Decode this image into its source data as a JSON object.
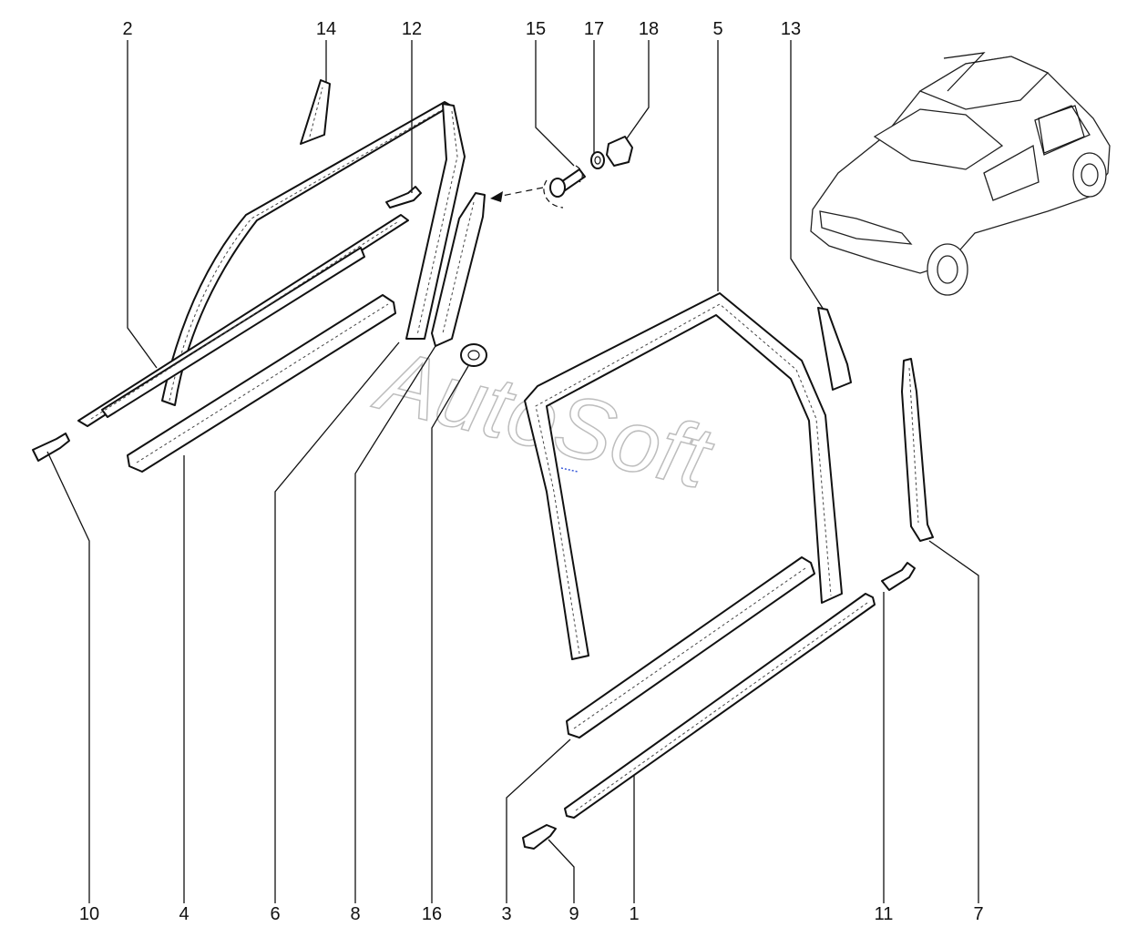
{
  "watermark": "AutoSoft",
  "callouts": [
    {
      "id": "2",
      "label": "2"
    },
    {
      "id": "14",
      "label": "14"
    },
    {
      "id": "12",
      "label": "12"
    },
    {
      "id": "15",
      "label": "15"
    },
    {
      "id": "17",
      "label": "17"
    },
    {
      "id": "18",
      "label": "18"
    },
    {
      "id": "5",
      "label": "5"
    },
    {
      "id": "13",
      "label": "13"
    },
    {
      "id": "10",
      "label": "10"
    },
    {
      "id": "4",
      "label": "4"
    },
    {
      "id": "6",
      "label": "6"
    },
    {
      "id": "8",
      "label": "8"
    },
    {
      "id": "16",
      "label": "16"
    },
    {
      "id": "3",
      "label": "3"
    },
    {
      "id": "9",
      "label": "9"
    },
    {
      "id": "1",
      "label": "1"
    },
    {
      "id": "11",
      "label": "11"
    },
    {
      "id": "7",
      "label": "7"
    }
  ],
  "colors": {
    "line": "#111111",
    "watermark": "#bdbdbd",
    "accent": "#3a5bd9"
  }
}
